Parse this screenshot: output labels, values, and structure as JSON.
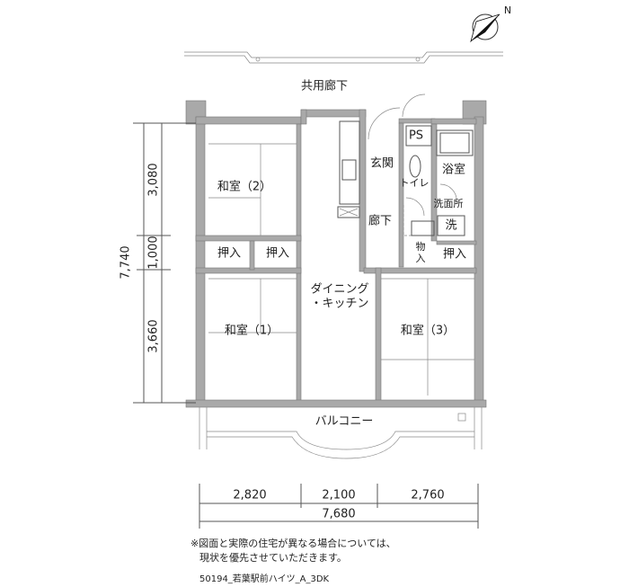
{
  "compass": {
    "label": "N"
  },
  "rooms": {
    "common_corridor": "共用廊下",
    "washitsu_2": "和室（2）",
    "oshiire_1": "押入",
    "oshiire_2": "押入",
    "washitsu_1": "和室（1）",
    "dining_1": "ダイニング",
    "dining_2": "・キッチン",
    "washitsu_3": "和室（3）",
    "oshiire_3": "押入",
    "genkan": "玄関",
    "rouka": "廊下",
    "ps": "PS",
    "toilet": "トイレ",
    "bath": "浴室",
    "washroom": "洗面所",
    "washer": "洗",
    "storage_1": "物",
    "storage_2": "入",
    "balcony": "バルコニー"
  },
  "dimensions": {
    "vertical": {
      "total": "7,740",
      "segments": [
        "3,080",
        "1,000",
        "3,660"
      ]
    },
    "horizontal": {
      "total": "7,680",
      "segments": [
        "2,820",
        "2,100",
        "2,760"
      ]
    }
  },
  "notes": {
    "line1": "※図面と実際の住宅が異なる場合については、",
    "line2": "現状を優先させていただきます。",
    "caption": "50194_若葉駅前ハイツ_A_3DK"
  }
}
